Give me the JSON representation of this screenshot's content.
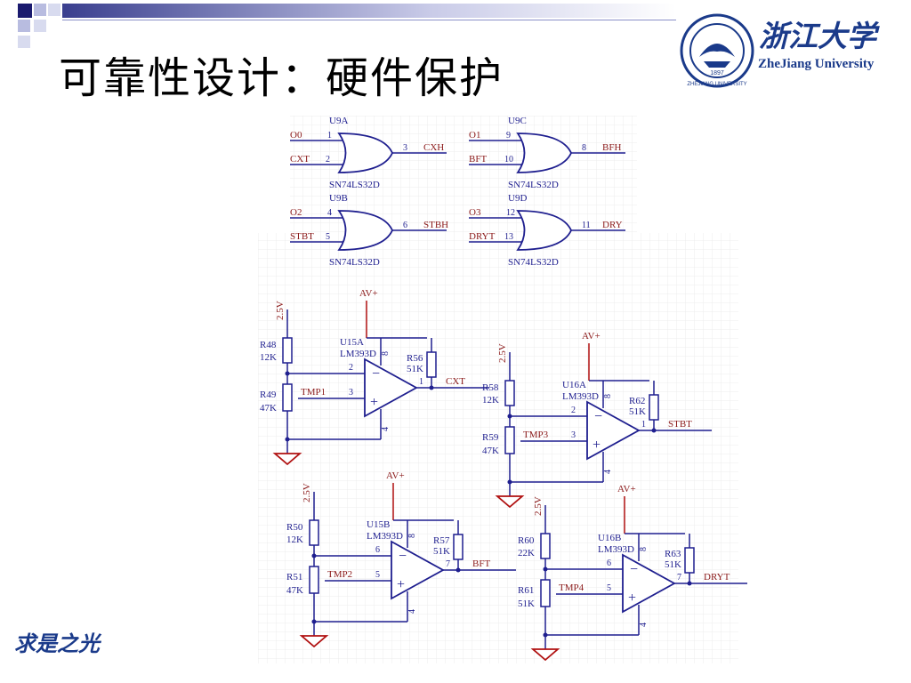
{
  "slide": {
    "title": "可靠性设计：硬件保护",
    "university_cn": "浙江大学",
    "university_en": "ZheJiang University",
    "seal_text": "ZHEJIANG UNIVERSITY",
    "seal_year": "1897",
    "bottom_logo": "求是之光"
  },
  "gates": [
    {
      "ref": "U9A",
      "in1": "O0",
      "pin1": "1",
      "in2": "CXT",
      "pin2": "2",
      "out": "CXH",
      "pout": "3",
      "part": "SN74LS32D"
    },
    {
      "ref": "U9B",
      "in1": "O2",
      "pin1": "4",
      "in2": "STBT",
      "pin2": "5",
      "out": "STBH",
      "pout": "6",
      "part": "SN74LS32D"
    },
    {
      "ref": "U9C",
      "in1": "O1",
      "pin1": "9",
      "in2": "BFT",
      "pin2": "10",
      "out": "BFH",
      "pout": "8",
      "part": "SN74LS32D"
    },
    {
      "ref": "U9D",
      "in1": "O3",
      "pin1": "12",
      "in2": "DRYT",
      "pin2": "13",
      "out": "DRY",
      "pout": "11",
      "part": "SN74LS32D"
    }
  ],
  "comparators": [
    {
      "ref": "U15A",
      "part": "LM393D",
      "pin8": "8",
      "pin4": "4",
      "p_minus": "2",
      "p_plus": "3",
      "p_out": "1",
      "ref_v": "2.5V",
      "r_top": "R48",
      "r_top_v": "12K",
      "r_bot": "R49",
      "r_bot_v": "47K",
      "input": "TMP1",
      "pullup": "R56",
      "pullup_v": "51K",
      "out": "CXT",
      "supply": "AV+"
    },
    {
      "ref": "U15B",
      "part": "LM393D",
      "pin8": "8",
      "pin4": "4",
      "p_minus": "6",
      "p_plus": "5",
      "p_out": "7",
      "ref_v": "2.5V",
      "r_top": "R50",
      "r_top_v": "12K",
      "r_bot": "R51",
      "r_bot_v": "47K",
      "input": "TMP2",
      "pullup": "R57",
      "pullup_v": "51K",
      "out": "BFT",
      "supply": "AV+"
    },
    {
      "ref": "U16A",
      "part": "LM393D",
      "pin8": "8",
      "pin4": "4",
      "p_minus": "2",
      "p_plus": "3",
      "p_out": "1",
      "ref_v": "2.5V",
      "r_top": "R58",
      "r_top_v": "12K",
      "r_bot": "R59",
      "r_bot_v": "47K",
      "input": "TMP3",
      "pullup": "R62",
      "pullup_v": "51K",
      "out": "STBT",
      "supply": "AV+"
    },
    {
      "ref": "U16B",
      "part": "LM393D",
      "pin8": "8",
      "pin4": "4",
      "p_minus": "6",
      "p_plus": "5",
      "p_out": "7",
      "ref_v": "2.5V",
      "r_top": "R60",
      "r_top_v": "22K",
      "r_bot": "R61",
      "r_bot_v": "51K",
      "input": "TMP4",
      "pullup": "R63",
      "pullup_v": "51K",
      "out": "DRYT",
      "supply": "AV+"
    }
  ],
  "colors": {
    "wire": "#1f1f8f",
    "label": "#8b1a1a",
    "text": "#1f1f8f",
    "grid": "#e8e8e8",
    "accent": "#1a3a8a"
  }
}
